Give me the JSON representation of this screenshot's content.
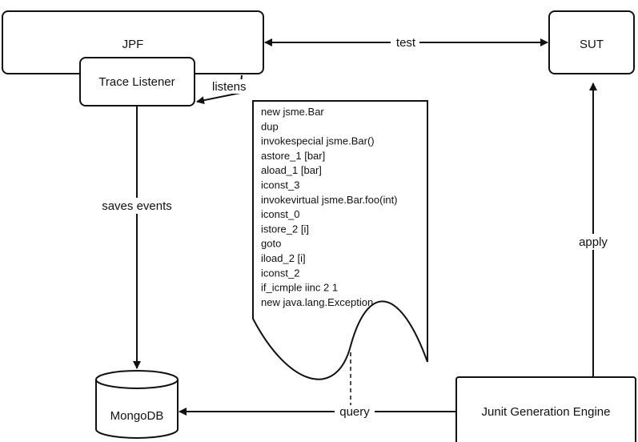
{
  "nodes": {
    "jpf": "JPF",
    "trace_listener": "Trace Listener",
    "sut": "SUT",
    "mongodb": "MongoDB",
    "junit_engine": "Junit Generation Engine"
  },
  "edges": {
    "test": "test",
    "listens": "listens",
    "saves_events": "saves events",
    "apply": "apply",
    "query": "query"
  },
  "trace_document": {
    "lines": [
      "new jsme.Bar",
      "dup",
      "invokespecial jsme.Bar()",
      "astore_1 [bar]",
      "aload_1 [bar]",
      "iconst_3",
      "invokevirtual jsme.Bar.foo(int)",
      "iconst_0",
      "istore_2 [i]",
      "goto",
      "iload_2 [i]",
      "iconst_2",
      "if_icmple iinc 2 1",
      "new java.lang.Exception"
    ]
  }
}
